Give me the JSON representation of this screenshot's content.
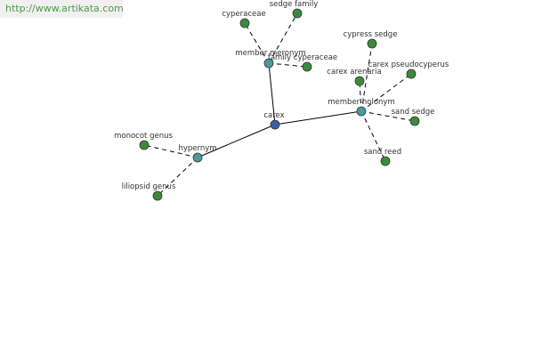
{
  "watermark": "http://www.artikata.com",
  "colors": {
    "root": "#3a5fa8",
    "relation": "#4a9a9a",
    "leaf": "#3d8a3d"
  },
  "nodes": [
    {
      "id": "carex",
      "label": "carex",
      "kind": "root"
    },
    {
      "id": "member-meronym",
      "label": "member meronym",
      "kind": "relation"
    },
    {
      "id": "member-holonym",
      "label": "member holonym",
      "kind": "relation"
    },
    {
      "id": "hypernym",
      "label": "hypernym",
      "kind": "relation"
    },
    {
      "id": "cyperaceae",
      "label": "cyperaceae",
      "kind": "leaf"
    },
    {
      "id": "sedge-family",
      "label": "sedge family",
      "kind": "leaf"
    },
    {
      "id": "family-cyperaceae",
      "label": "family cyperaceae",
      "kind": "leaf"
    },
    {
      "id": "cypress-sedge",
      "label": "cypress sedge",
      "kind": "leaf"
    },
    {
      "id": "carex-arenaria",
      "label": "carex arenaria",
      "kind": "leaf"
    },
    {
      "id": "carex-pseudocyperus",
      "label": "carex pseudocyperus",
      "kind": "leaf"
    },
    {
      "id": "sand-sedge",
      "label": "sand sedge",
      "kind": "leaf"
    },
    {
      "id": "sand-reed",
      "label": "sand reed",
      "kind": "leaf"
    },
    {
      "id": "monocot-genus",
      "label": "monocot genus",
      "kind": "leaf"
    },
    {
      "id": "liliopsid-genus",
      "label": "liliopsid genus",
      "kind": "leaf"
    }
  ],
  "edges": [
    {
      "from": "carex",
      "to": "member-meronym",
      "style": "solid"
    },
    {
      "from": "carex",
      "to": "member-holonym",
      "style": "solid"
    },
    {
      "from": "carex",
      "to": "hypernym",
      "style": "solid"
    },
    {
      "from": "member-meronym",
      "to": "cyperaceae",
      "style": "dashed"
    },
    {
      "from": "member-meronym",
      "to": "sedge-family",
      "style": "dashed"
    },
    {
      "from": "member-meronym",
      "to": "family-cyperaceae",
      "style": "dashed"
    },
    {
      "from": "member-holonym",
      "to": "cypress-sedge",
      "style": "dashed"
    },
    {
      "from": "member-holonym",
      "to": "carex-arenaria",
      "style": "dashed"
    },
    {
      "from": "member-holonym",
      "to": "carex-pseudocyperus",
      "style": "dashed"
    },
    {
      "from": "member-holonym",
      "to": "sand-sedge",
      "style": "dashed"
    },
    {
      "from": "member-holonym",
      "to": "sand-reed",
      "style": "dashed"
    },
    {
      "from": "hypernym",
      "to": "monocot-genus",
      "style": "dashed"
    },
    {
      "from": "hypernym",
      "to": "liliopsid-genus",
      "style": "dashed"
    }
  ]
}
